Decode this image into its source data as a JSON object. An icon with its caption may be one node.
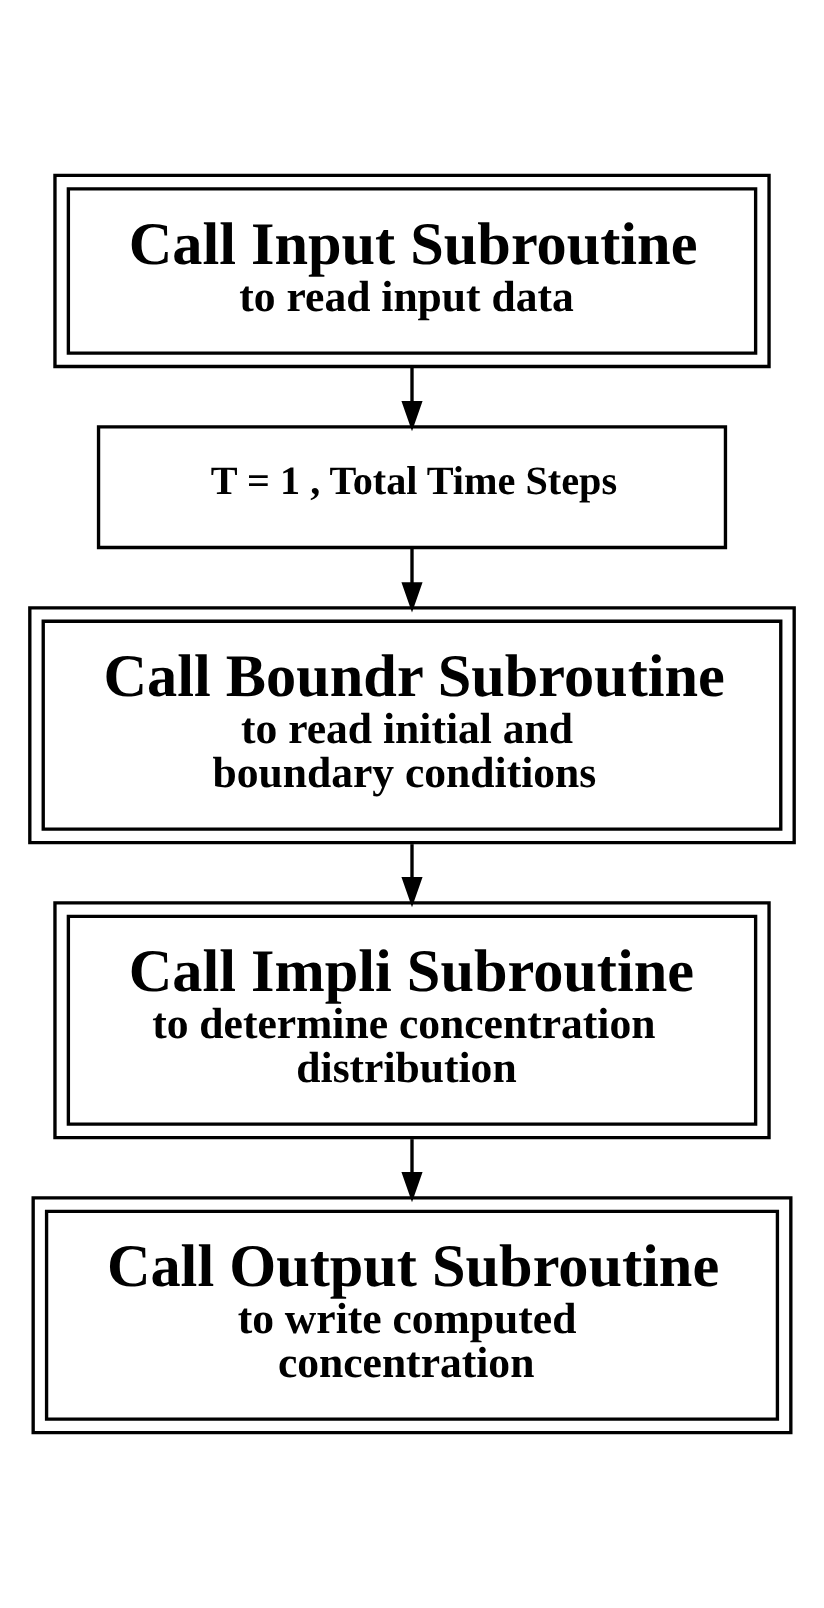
{
  "diagram": {
    "nodes": [
      {
        "text": [
          "Call Input Subroutine",
          "to read input data"
        ]
      },
      {
        "text": [
          "T = 1 , Total Time Steps"
        ]
      },
      {
        "text": [
          "Call Boundr Subroutine",
          "to read initial and boundary conditions"
        ]
      },
      {
        "text": [
          "Call Impli Subroutine",
          "to determine concentration distribution"
        ]
      },
      {
        "text": [
          "Call Output Subroutine",
          "to write computed concentration"
        ]
      }
    ],
    "edges": [
      {
        "from": 0,
        "to": 1,
        "arrow": "to"
      },
      {
        "from": 1,
        "to": 2,
        "arrow": "to"
      },
      {
        "from": 2,
        "to": 3,
        "arrow": "to"
      },
      {
        "from": 3,
        "to": 4,
        "arrow": "to"
      }
    ]
  }
}
